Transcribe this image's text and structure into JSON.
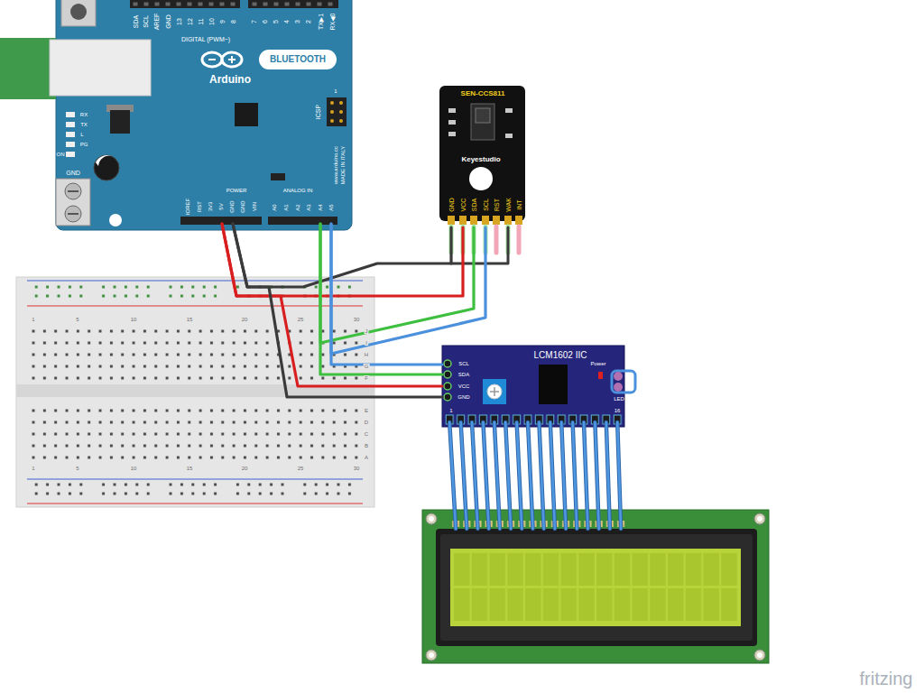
{
  "diagram": {
    "nodes": [
      {
        "text": [
          "Arduino",
          "BLUETOOTH"
        ]
      },
      {
        "text": [
          "SEN-CCS811",
          "Keyestudio"
        ]
      },
      {
        "text": [
          "LCM1602 IIC"
        ]
      }
    ],
    "edges": [
      {
        "from": 0,
        "to": 1,
        "arrow": "none"
      },
      {
        "from": 0,
        "to": 1,
        "arrow": "none"
      },
      {
        "from": 0,
        "to": 1,
        "arrow": "none"
      },
      {
        "from": 0,
        "to": 1,
        "arrow": "none"
      },
      {
        "from": 0,
        "to": 2,
        "arrow": "none"
      },
      {
        "from": 0,
        "to": 2,
        "arrow": "none"
      },
      {
        "from": 0,
        "to": 2,
        "arrow": "none"
      },
      {
        "from": 0,
        "to": 2,
        "arrow": "none"
      }
    ],
    "labels": [
      "SDA",
      "SCL",
      "AREF",
      "GND",
      "13",
      "12",
      "11",
      "10",
      "9",
      "8",
      "7",
      "6",
      "5",
      "4",
      "3",
      "2",
      "TX▶1",
      "RX◀0",
      "DIGITAL (PWM~)",
      "RX",
      "TX",
      "L",
      "PG",
      "ON",
      "GND",
      "ICSP",
      "1",
      "IOREF",
      "RST",
      "3V3",
      "5V",
      "GND",
      "GND",
      "VIN",
      "POWER",
      "ANALOG IN",
      "A0",
      "A1",
      "A2",
      "A3",
      "A4",
      "A5",
      "www.arduino.cc",
      "MADE IN ITALY",
      "GND",
      "VCC",
      "SDA",
      "SCL",
      "RST",
      "WAK",
      "INT",
      "SCL",
      "SDA",
      "VCC",
      "GND",
      "Power",
      "LED",
      "1",
      "16",
      "1",
      "5",
      "10",
      "15",
      "20",
      "25",
      "30",
      "J",
      "I",
      "H",
      "G",
      "F",
      "E",
      "D",
      "C",
      "B",
      "A",
      "1",
      "5",
      "10",
      "15",
      "20",
      "25",
      "30",
      "fritzing"
    ]
  }
}
